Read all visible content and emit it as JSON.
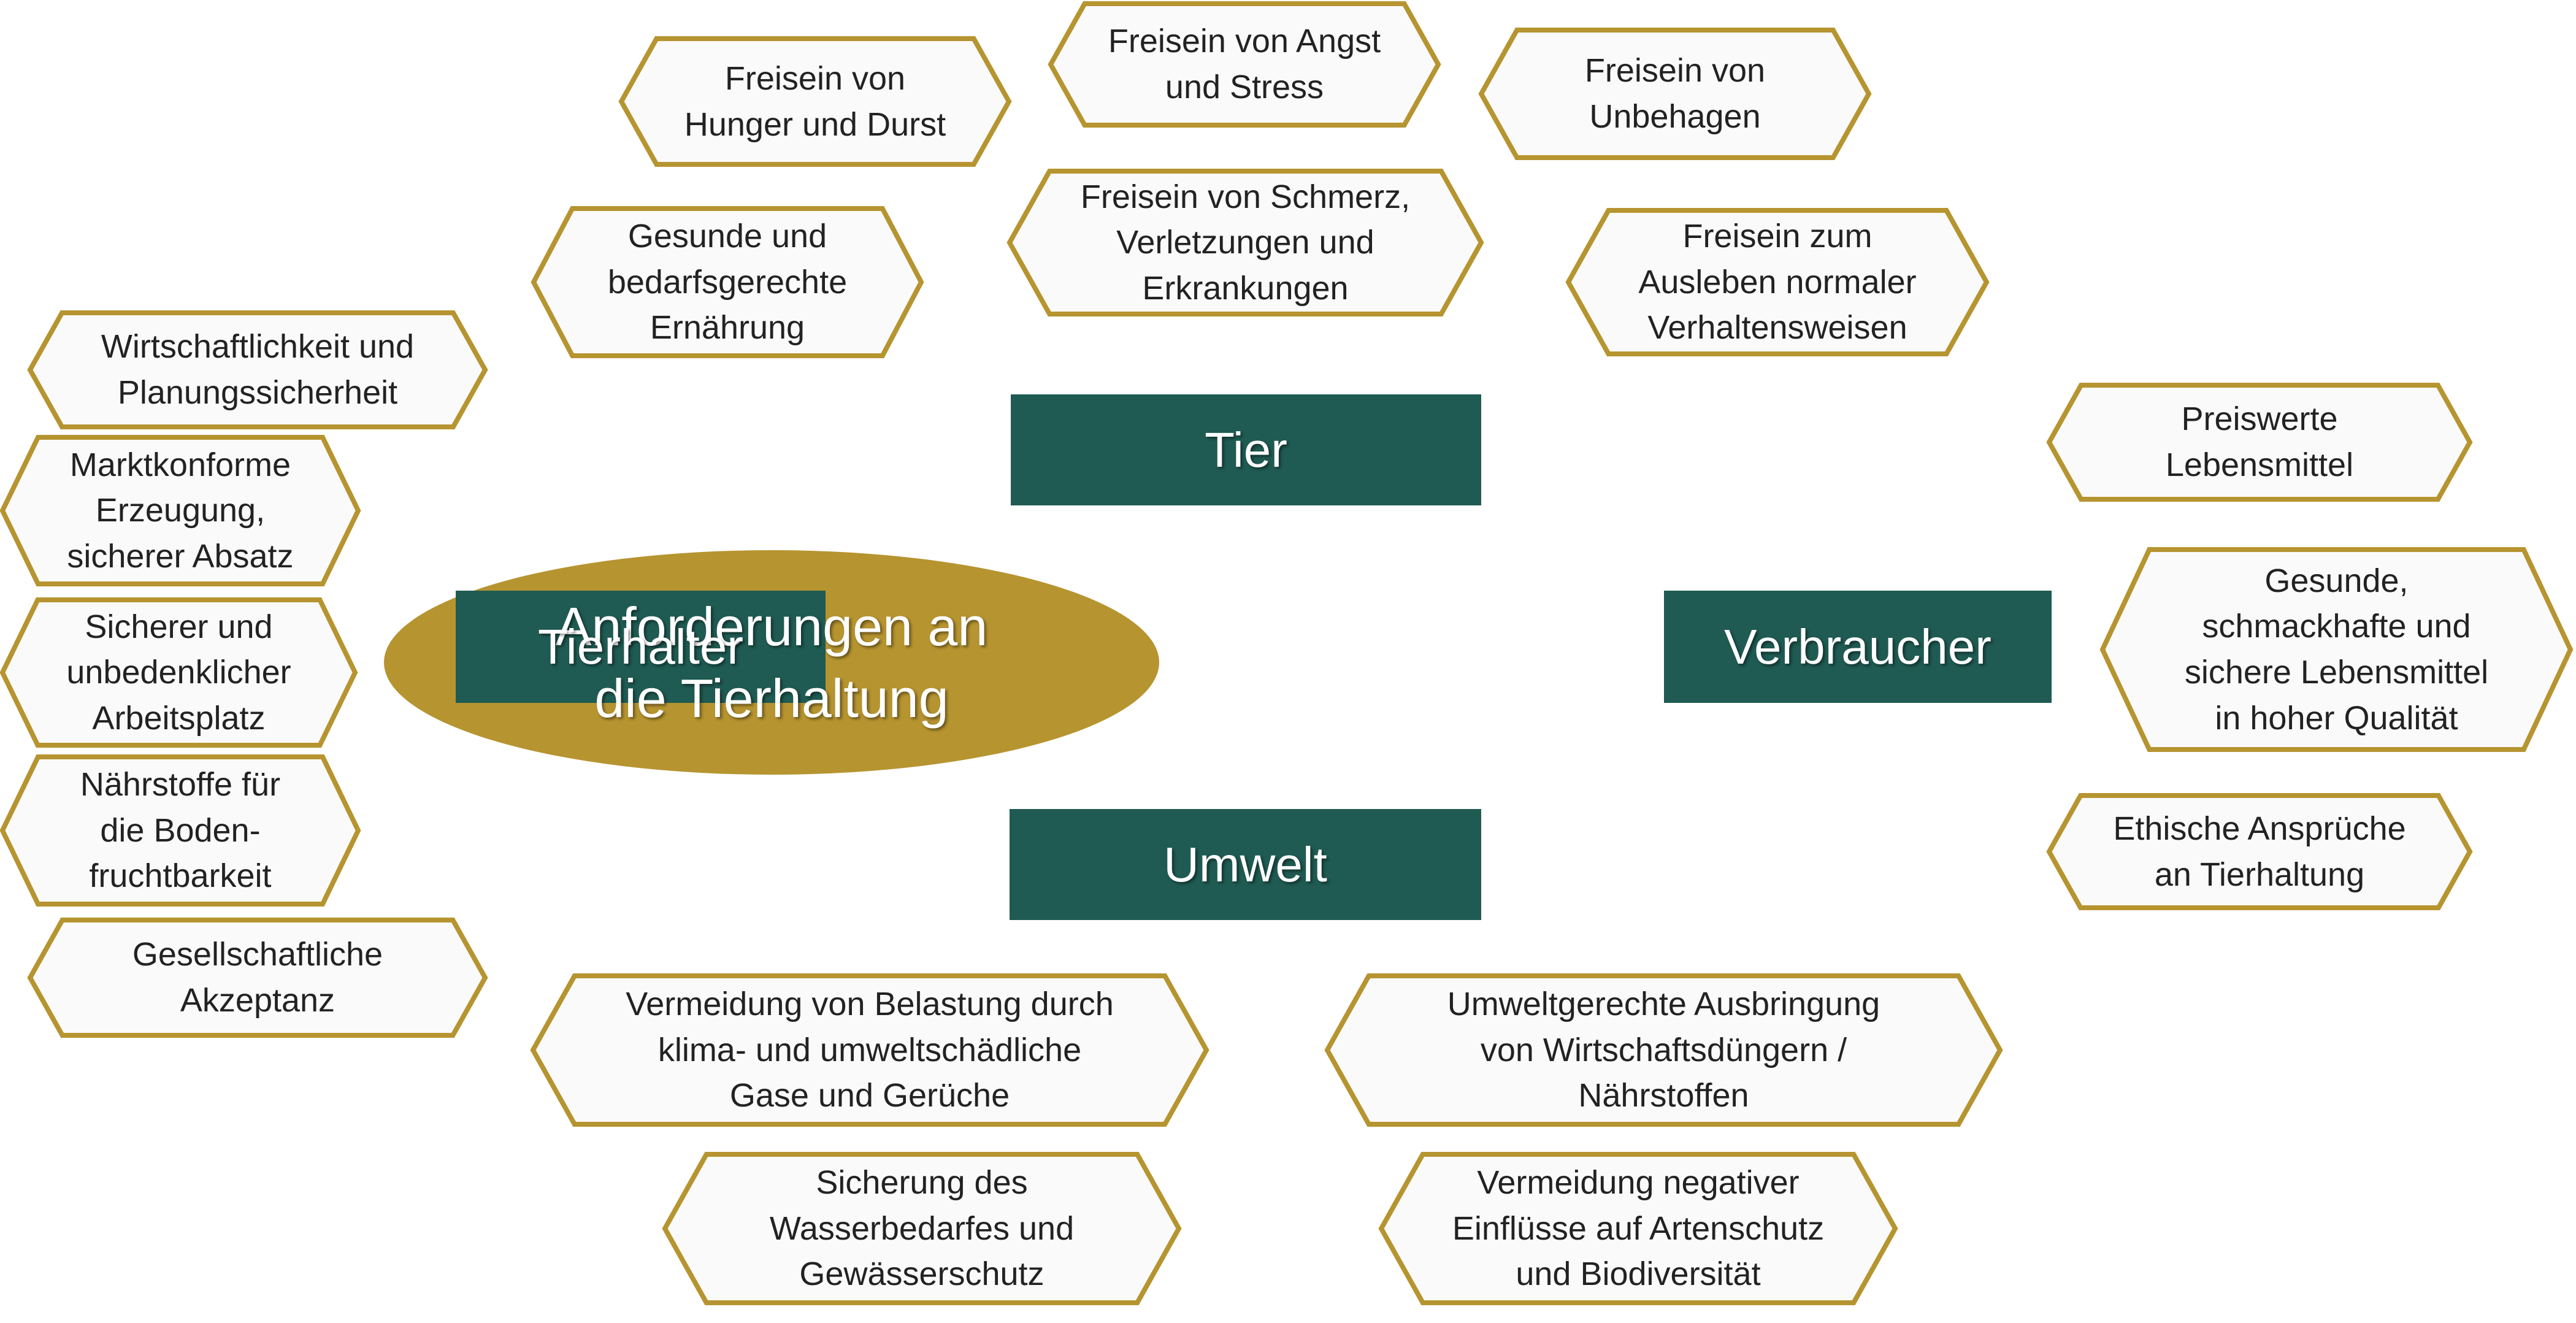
{
  "colors": {
    "hex_border": "#B69430",
    "hex_fill": "#FAFAFA",
    "center_fill": "#B69430",
    "category_fill": "#1F5B53",
    "text": "#222222"
  },
  "center": {
    "label": "Anforderungen an\ndie Tierhaltung"
  },
  "categories": {
    "tier": "Tier",
    "tierhalter": "Tierhalter",
    "verbraucher": "Verbraucher",
    "umwelt": "Umwelt"
  },
  "requirements": {
    "tier": [
      "Freisein von\nHunger und Durst",
      "Freisein von Angst\nund Stress",
      "Freisein von\nUnbehagen",
      "Gesunde und\nbedarfsgerechte\nErnährung",
      "Freisein von Schmerz,\nVerletzungen und\nErkrankungen",
      "Freisein zum\nAusleben normaler\nVerhaltensweisen"
    ],
    "tierhalter": [
      "Wirtschaftlichkeit und\nPlanungssicherheit",
      "Marktkonforme\nErzeugung,\nsicherer Absatz",
      "Sicherer und\nunbedenklicher\nArbeitsplatz",
      "Nährstoffe für\ndie Boden-\nfruchtbarkeit",
      "Gesellschaftliche\nAkzeptanz"
    ],
    "verbraucher": [
      "Preiswerte\nLebensmittel",
      "Gesunde,\nschmackhafte und\nsichere Lebensmittel\nin hoher Qualität",
      "Ethische Ansprüche\nan Tierhaltung"
    ],
    "umwelt": [
      "Vermeidung von Belastung durch\nklima- und umweltschädliche\nGase und Gerüche",
      "Umweltgerechte Ausbringung\nvon Wirtschaftsdüngern /\nNährstoffen",
      "Sicherung des\nWasserbedarfes und\nGewässerschutz",
      "Vermeidung negativer\nEinflüsse auf Artenschutz\nund Biodiversität"
    ]
  }
}
